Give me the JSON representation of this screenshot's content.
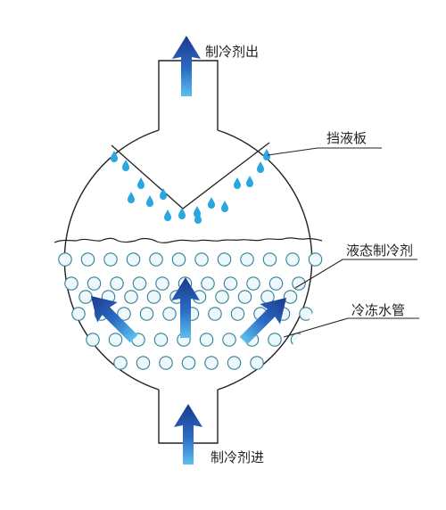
{
  "labels": {
    "outlet": "制冷剂出",
    "baffle": "挡液板",
    "liquid_refrigerant": "液态制冷剂",
    "chilled_water_tubes": "冷冻水管",
    "inlet": "制冷剂进"
  },
  "colors": {
    "outline": "#222222",
    "arrow_dark": "#1a3a8c",
    "arrow_light": "#5cc0ee",
    "droplet": "#2aa6e0",
    "tube_fill": "#eef7f9",
    "tube_stroke": "#2f7f96"
  },
  "icons": {
    "flow_arrow": "flow-arrow-icon",
    "droplet": "droplet-icon",
    "tube": "tube-circle-icon"
  }
}
